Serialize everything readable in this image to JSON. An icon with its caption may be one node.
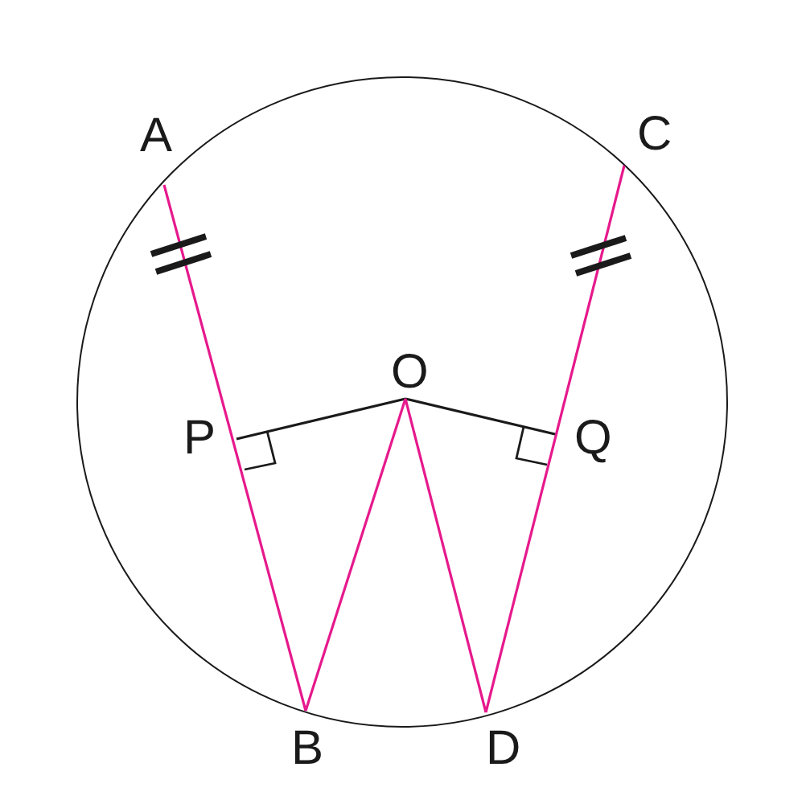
{
  "diagram": {
    "nodes": [
      {
        "text": [
          "A"
        ]
      },
      {
        "text": [
          "C"
        ]
      },
      {
        "text": [
          "O"
        ]
      },
      {
        "text": [
          "P"
        ]
      },
      {
        "text": [
          "Q"
        ]
      },
      {
        "text": [
          "B"
        ]
      },
      {
        "text": [
          "D"
        ]
      }
    ],
    "edges": [
      {
        "from": 0,
        "to": 5,
        "arrow": "none",
        "color": "#e6198c"
      },
      {
        "from": 1,
        "to": 6,
        "arrow": "none",
        "color": "#e6198c"
      },
      {
        "from": 2,
        "to": 3,
        "arrow": "none",
        "color": "#1a1a1a"
      },
      {
        "from": 2,
        "to": 4,
        "arrow": "none",
        "color": "#1a1a1a"
      },
      {
        "from": 2,
        "to": 5,
        "arrow": "none",
        "color": "#e6198c"
      },
      {
        "from": 2,
        "to": 6,
        "arrow": "none",
        "color": "#e6198c"
      }
    ]
  }
}
